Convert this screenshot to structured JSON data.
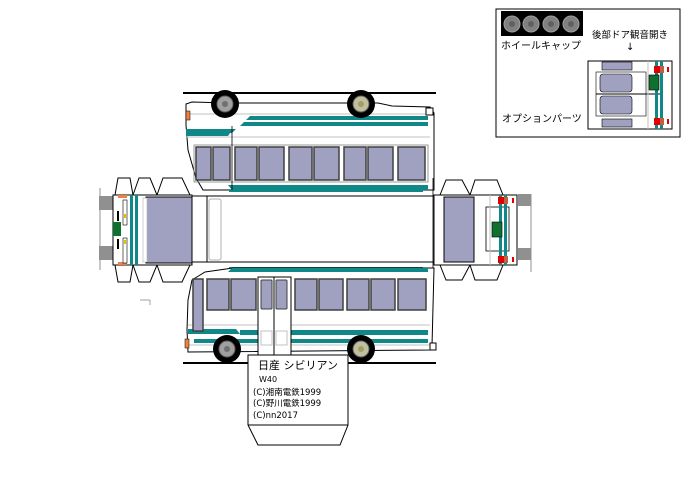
{
  "sheet": {
    "title": "日産 シビリアン",
    "model": "W40",
    "credits": [
      "(C)湘南電鉄1999",
      "(C)野川電鉄1999",
      "(C)nn2017"
    ]
  },
  "options_panel": {
    "wheelcap_label": "ホイールキャップ",
    "rear_door_label": "後部ドア観音開き",
    "arrow": "↓",
    "option_parts_label": "オプションパーツ",
    "wheelcap_count": 4
  },
  "colors": {
    "teal": "#108888",
    "window": "#A0A0C0",
    "window_frame": "#404040",
    "tire": "#000000",
    "hub": "#A0A0A0",
    "orange_lamp": "#F08040",
    "red_lamp": "#E00000",
    "plate_green": "#107030",
    "mirror_gray": "#909090",
    "line_gray": "#C0C0C0"
  }
}
